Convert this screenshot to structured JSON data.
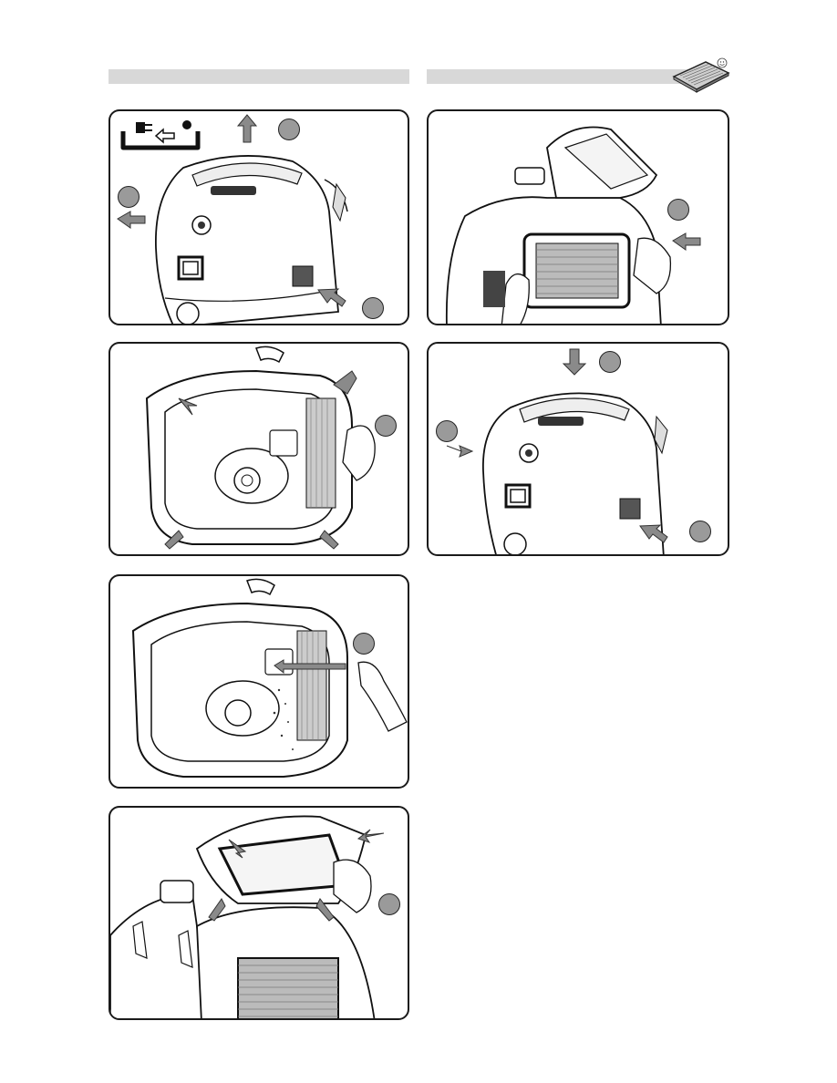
{
  "page": {
    "header_bars": [
      "",
      ""
    ],
    "panels": [
      {
        "id": "p1",
        "description_icon": "unplug-icon",
        "steps": 3
      },
      {
        "id": "p2",
        "steps": 1
      },
      {
        "id": "p3",
        "steps": 1
      },
      {
        "id": "p4",
        "steps": 1
      },
      {
        "id": "p5",
        "steps": 1
      },
      {
        "id": "p6",
        "steps": 3
      }
    ]
  },
  "colors": {
    "bar": "#d8d8d8",
    "step_circle": "#9a9a9a",
    "arrow": "#8a8a8a",
    "outline": "#1a1a1a"
  },
  "icons": {
    "header_right": "filter-cassette-icon",
    "smiley": "smiley-icon",
    "plug": "power-plug-icon"
  }
}
